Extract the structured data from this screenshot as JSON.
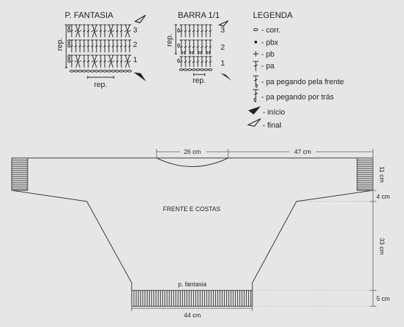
{
  "charts": {
    "fantasia": {
      "title": "P. FANTASIA",
      "rep_side": "rep.",
      "rep_bottom": "rep.",
      "rows": [
        "3",
        "2",
        "1"
      ]
    },
    "barra": {
      "title": "BARRA 1/1",
      "rep_side": "rep.",
      "rep_bottom": "rep.",
      "rows": [
        "3",
        "2",
        "1"
      ]
    }
  },
  "legend": {
    "title": "LEGENDA",
    "items": [
      {
        "symbol": "chain-icon",
        "label": "- corr."
      },
      {
        "symbol": "slip-stitch-icon",
        "label": "- pbx"
      },
      {
        "symbol": "single-crochet-icon",
        "label": "- pb"
      },
      {
        "symbol": "double-crochet-icon",
        "label": "- pa"
      },
      {
        "symbol": "front-post-icon",
        "label": "- pa pegando pela frente"
      },
      {
        "symbol": "back-post-icon",
        "label": "- pa pegando por trás"
      },
      {
        "symbol": "start-arrow-icon",
        "label": "- início"
      },
      {
        "symbol": "end-arrow-icon",
        "label": "- final"
      }
    ]
  },
  "schematic": {
    "piece_label": "FRENTE E COSTAS",
    "pattern_label": "p. fantasia",
    "dimensions": {
      "neck": "26 cm",
      "shoulder": "47 cm",
      "sleeve_height": "11 cm",
      "underarm": "4 cm",
      "body_height": "33 cm",
      "waist_band": "5 cm",
      "bottom_width": "44 cm"
    }
  }
}
